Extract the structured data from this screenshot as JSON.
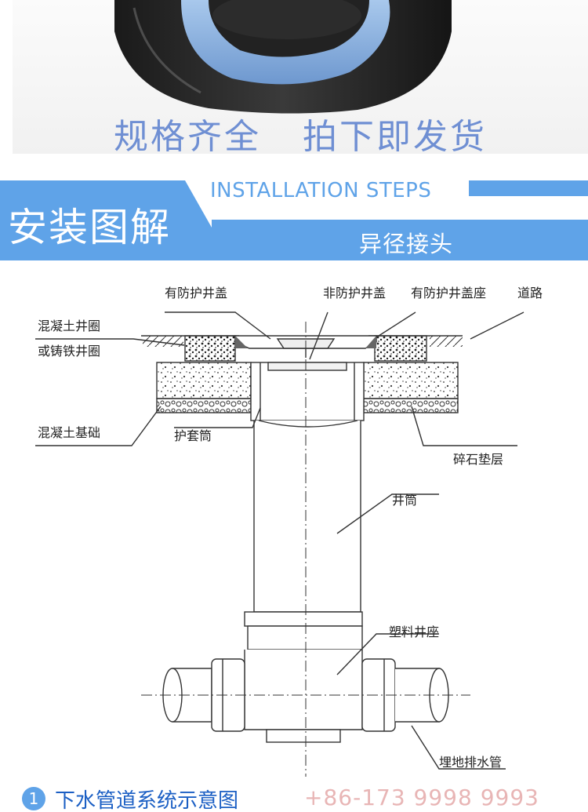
{
  "banner": {
    "slogan_left": "规格齐全",
    "slogan_right": "拍下即发货"
  },
  "section": {
    "title": "安装图解",
    "title_en": "INSTALLATION STEPS",
    "subtitle": "异径接头"
  },
  "diagram": {
    "labels": {
      "protected_cover": "有防护井盖",
      "non_protected_cover": "非防护井盖",
      "protected_cover_seat": "有防护井盖座",
      "road": "道路",
      "concrete_ring_line1": "混凝土井圈",
      "concrete_ring_line2": "或铸铁井圈",
      "concrete_base": "混凝土基础",
      "sleeve": "护套筒",
      "gravel_layer": "碎石垫层",
      "shaft": "井筒",
      "plastic_seat": "塑料井座",
      "drain_pipe": "埋地排水管"
    }
  },
  "footer": {
    "number": "1",
    "caption": "下水管道系统示意图",
    "phone": "+86-173  9998  9993"
  },
  "colors": {
    "accent_blue": "#5fa3e8",
    "slogan_blue": "#6f8fd3",
    "caption_blue": "#1b5fc4"
  }
}
